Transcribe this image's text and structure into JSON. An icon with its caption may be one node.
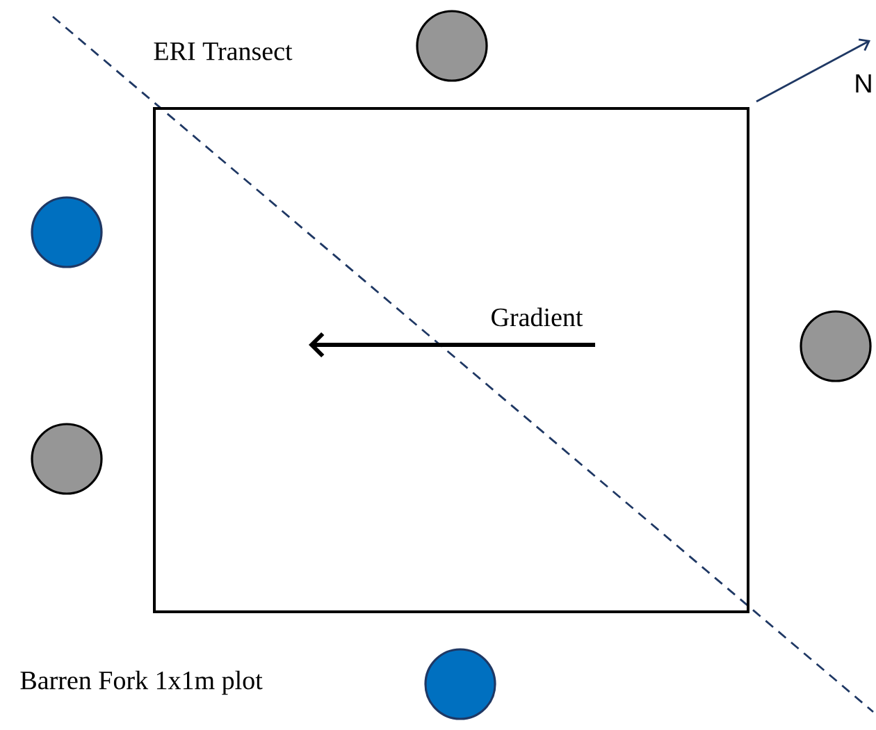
{
  "diagram": {
    "nodes": [
      {
        "text": [],
        "shape": "box"
      },
      {
        "text": [],
        "shape": "circle"
      },
      {
        "text": [],
        "shape": "circle"
      },
      {
        "text": [],
        "shape": "circle"
      },
      {
        "text": [],
        "shape": "circle"
      },
      {
        "text": [],
        "shape": "circle"
      }
    ],
    "labels": [
      "ERI Transect",
      "N",
      "Gradient",
      "Barren Fork 1x1m plot"
    ]
  }
}
